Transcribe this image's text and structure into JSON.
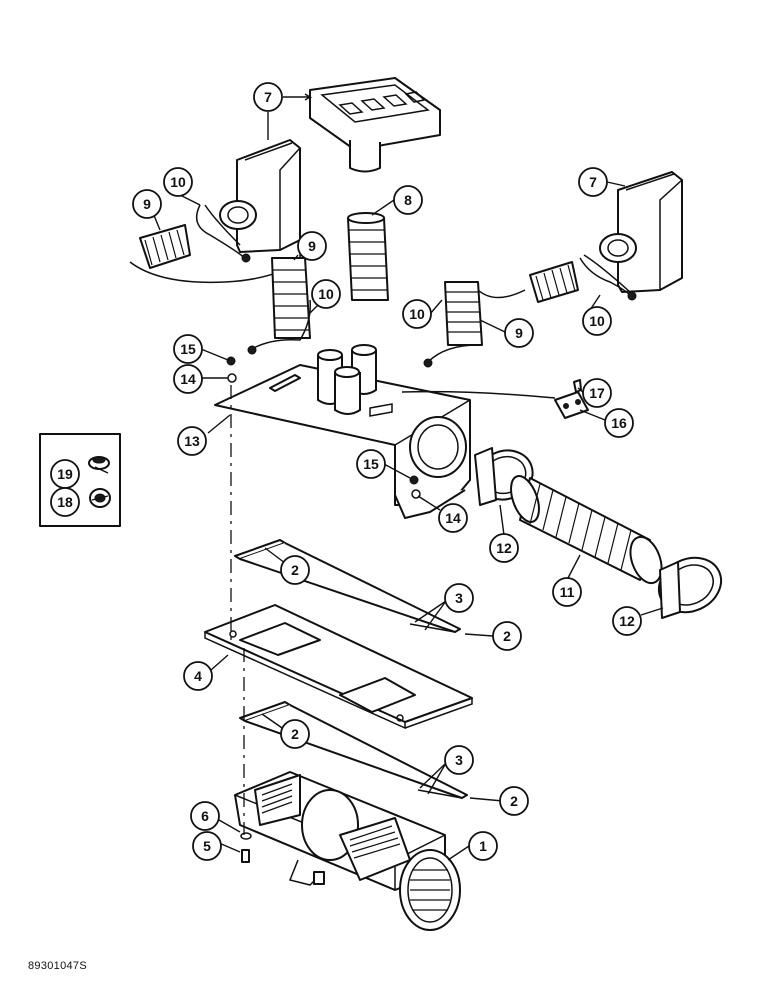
{
  "callouts": {
    "c1": "1",
    "c2a": "2",
    "c2b": "2",
    "c2c": "2",
    "c2d": "2",
    "c3a": "3",
    "c3b": "3",
    "c4": "4",
    "c5": "5",
    "c6": "6",
    "c7a": "7",
    "c7b": "7",
    "c8": "8",
    "c9a": "9",
    "c9b": "9",
    "c9c": "9",
    "c10a": "10",
    "c10b": "10",
    "c10c": "10",
    "c10d": "10",
    "c11": "11",
    "c12a": "12",
    "c12b": "12",
    "c13": "13",
    "c14a": "14",
    "c14b": "14",
    "c15a": "15",
    "c15b": "15",
    "c16": "16",
    "c17": "17",
    "c18": "18",
    "c19": "19"
  },
  "reference_code": "89301047S"
}
